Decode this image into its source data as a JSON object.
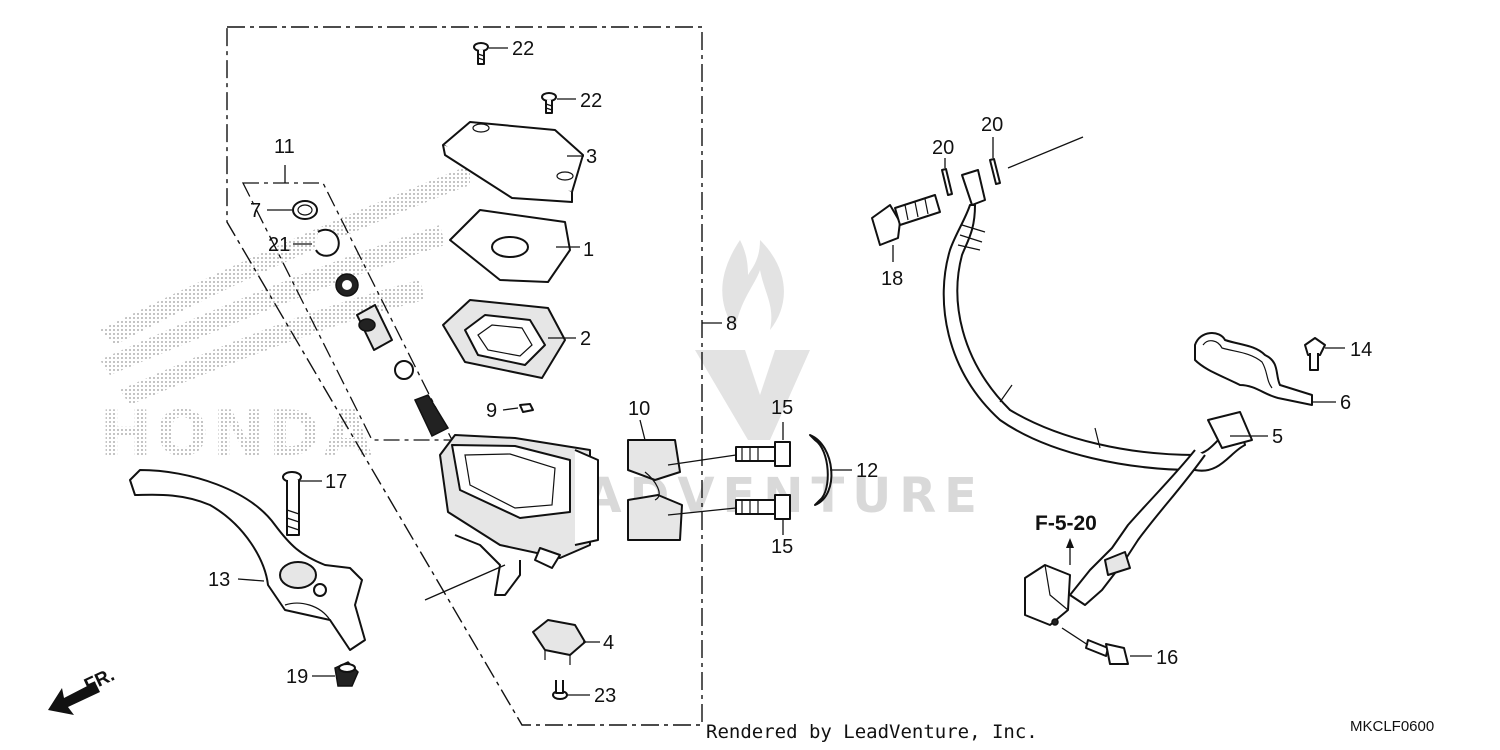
{
  "footer": {
    "rendered_by": "Rendered by LeadVenture, Inc.",
    "diagram_code": "MKCLF0600"
  },
  "reference": {
    "label": "F-5-20"
  },
  "front_indicator": {
    "label": "FR."
  },
  "watermarks": {
    "left_brand": "HONDA",
    "center_brand": "LEADVENTURE"
  },
  "callouts": {
    "c1": "1",
    "c2": "2",
    "c3": "3",
    "c4": "4",
    "c5": "5",
    "c6": "6",
    "c7": "7",
    "c8": "8",
    "c9": "9",
    "c10": "10",
    "c11": "11",
    "c12": "12",
    "c13": "13",
    "c14": "14",
    "c15a": "15",
    "c15b": "15",
    "c16": "16",
    "c17": "17",
    "c18": "18",
    "c19": "19",
    "c20a": "20",
    "c20b": "20",
    "c21": "21",
    "c22a": "22",
    "c22b": "22",
    "c23": "23"
  }
}
